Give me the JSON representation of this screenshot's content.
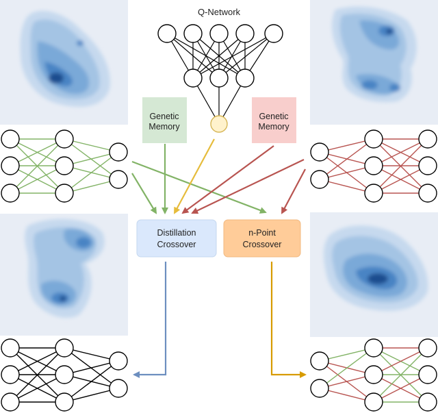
{
  "title": "Q-Network",
  "genetic_memory_green": [
    "Genetic",
    "Memory"
  ],
  "genetic_memory_red": [
    "Genetic",
    "Memory"
  ],
  "distillation_crossover": [
    "Distillation",
    "Crossover"
  ],
  "npoint_crossover": [
    "n-Point",
    "Crossover"
  ],
  "colors": {
    "green": "#82b366",
    "red": "#b85450",
    "blue": "#6c8ebf",
    "orange": "#d79b00",
    "yellow": "#e6bc3c",
    "green_fill": "#d5e8d4",
    "red_fill": "#f8cecc",
    "blue_fill": "#dae8fc",
    "orange_fill": "#ffcc99",
    "yellow_fill": "#fff2cc",
    "panel_bg": "#e8edf5"
  }
}
